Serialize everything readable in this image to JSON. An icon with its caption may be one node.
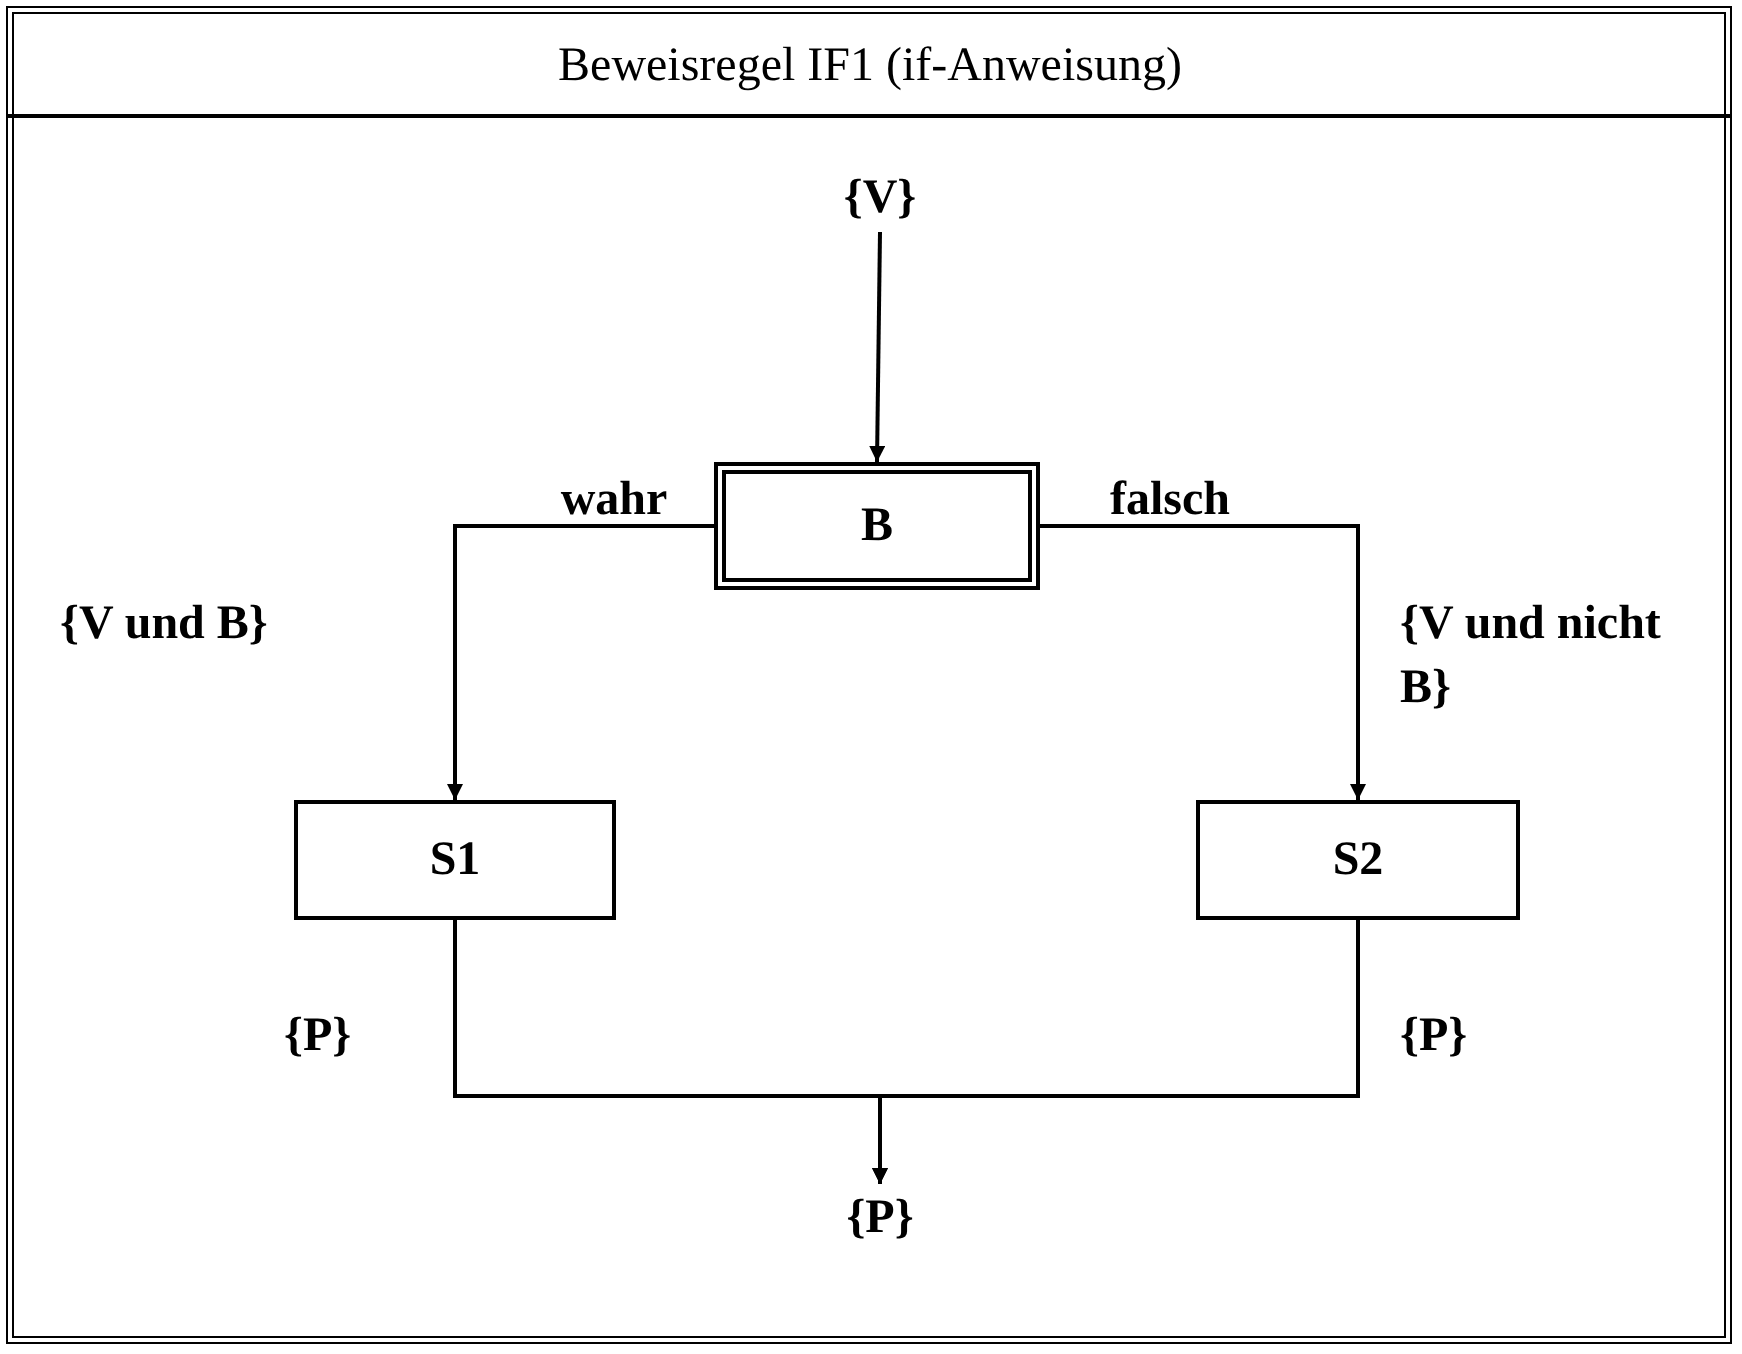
{
  "diagram": {
    "title": "Beweisregel IF1 (if-Anweisung)",
    "nodes": [
      {
        "text": [
          "{V}"
        ]
      },
      {
        "text": [
          "B"
        ]
      },
      {
        "text": [
          "S1"
        ]
      },
      {
        "text": [
          "S2"
        ]
      },
      {
        "text": [
          "{P}"
        ]
      }
    ],
    "edges": [
      {
        "from": 0,
        "to": 1,
        "arrow": "to"
      },
      {
        "from": 1,
        "to": 2,
        "arrow": "to",
        "label": "wahr"
      },
      {
        "from": 1,
        "to": 3,
        "arrow": "to",
        "label": "falsch"
      },
      {
        "from": 2,
        "to": 4,
        "arrow": "to"
      },
      {
        "from": 3,
        "to": 4,
        "arrow": "to"
      }
    ],
    "labels": [
      "{V und B}",
      "{V und nicht B}",
      "{P}",
      "{P}"
    ]
  }
}
